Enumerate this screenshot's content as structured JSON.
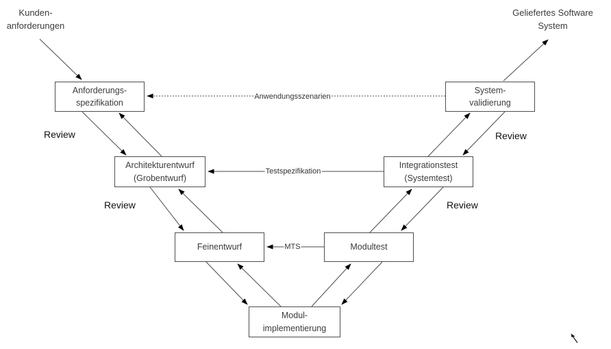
{
  "diagram": {
    "external_labels": {
      "customer_requirements": "Kunden-\nanforderungen",
      "delivered_system": "Geliefertes Software\nSystem"
    },
    "nodes": [
      {
        "label": "Anforderungs-\nspezifikation"
      },
      {
        "label": "Architekturentwurf\n(Grobentwurf)"
      },
      {
        "label": "Feinentwurf"
      },
      {
        "label": "Modul-\nimplementierung"
      },
      {
        "label": "Modultest"
      },
      {
        "label": "Integrationstest\n(Systemtest)"
      },
      {
        "label": "System-\nvalidierung"
      }
    ],
    "edge_labels": {
      "anwendungsszenarien": "Anwendungsszenarien",
      "testspezifikation": "Testspezifikation",
      "mts": "MTS"
    },
    "review_labels": [
      "Review",
      "Review",
      "Review",
      "Review"
    ],
    "colors": {
      "background": "#ffffff",
      "box_border": "#4d4d4d",
      "box_fill": "#ffffff",
      "box_text": "#3b3b3b",
      "line": "#4a4a4a",
      "arrowhead": "#000000"
    }
  }
}
